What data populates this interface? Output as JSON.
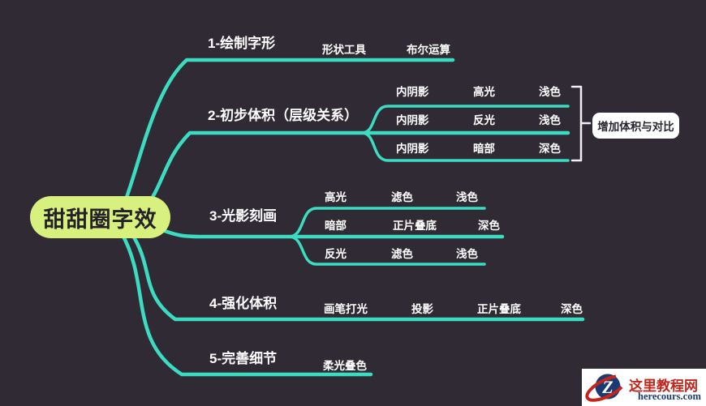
{
  "theme": {
    "background": "#2f2a34",
    "line_color": "#3cdcc2",
    "text_color": "#ffffff",
    "root_fill": "#d8f07e",
    "root_text_color": "#25212b",
    "annotation_bg": "#ffffff",
    "annotation_text_color": "#2a2630"
  },
  "root": {
    "label": "甜甜圈字效"
  },
  "branches": [
    {
      "label": "1-绘制字形",
      "children": [
        "形状工具",
        "布尔运算"
      ]
    },
    {
      "label": "2-初步体积（层级关系）",
      "rows": [
        [
          "内阴影",
          "高光",
          "浅色"
        ],
        [
          "内阴影",
          "反光",
          "浅色"
        ],
        [
          "内阴影",
          "暗部",
          "深色"
        ]
      ],
      "annotation": "增加体积与对比"
    },
    {
      "label": "3-光影刻画",
      "rows": [
        [
          "高光",
          "滤色",
          "浅色"
        ],
        [
          "暗部",
          "正片叠底",
          "深色"
        ],
        [
          "反光",
          "滤色",
          "浅色"
        ]
      ]
    },
    {
      "label": "4-强化体积",
      "children": [
        "画笔打光",
        "投影",
        "正片叠底",
        "深色"
      ]
    },
    {
      "label": "5-完善细节",
      "children": [
        "柔光叠色"
      ]
    }
  ],
  "watermark": {
    "site_name": "这里教程网",
    "site_url": "herecours.com",
    "logo_letter": "Z",
    "name_color": "#c2251b",
    "url_color": "#1a3a74"
  }
}
